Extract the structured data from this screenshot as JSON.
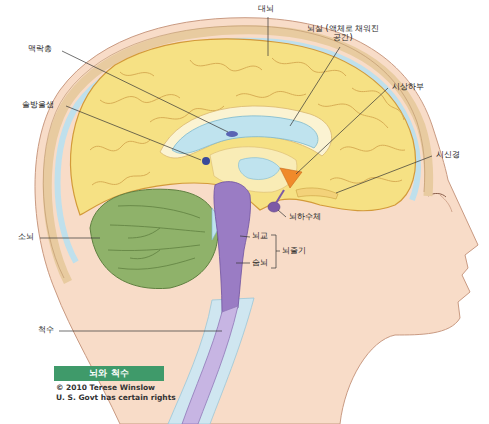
{
  "diagram": {
    "nodes": [
      {
        "text": [
          "뇌와 척수"
        ]
      }
    ],
    "labels": [
      "대뇌",
      "맥락총",
      "솔방울샘",
      "소뇌",
      "척수",
      "뇌실 (액체로 채워진 공간)",
      "시상하부",
      "시신경",
      "뇌하수체",
      "뇌교",
      "뇌줄기",
      "숨뇌",
      "© 2010 Terese Winslow",
      "U. S. Govt has certain rights"
    ]
  }
}
